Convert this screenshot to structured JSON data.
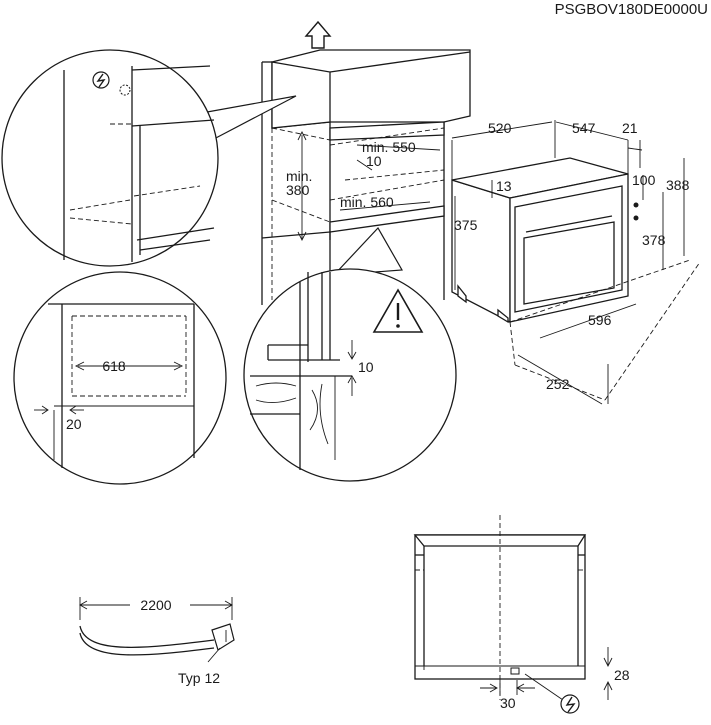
{
  "doc_code": "PSGBOV180DE0000U",
  "dims": {
    "d520": "520",
    "d547": "547",
    "d21": "21",
    "d13": "13",
    "d100": "100",
    "d388": "388",
    "d375": "375",
    "d378": "378",
    "d596": "596",
    "d252": "252",
    "min550": "min. 550",
    "d10_top": "10",
    "min380_a": "min.",
    "min380_b": "380",
    "min560": "min. 560",
    "d618": "618",
    "d20": "20",
    "d10_detail": "10",
    "d2200": "2200",
    "typ12": "Typ 12",
    "d28": "28",
    "d30": "30"
  },
  "icons": [
    "arrow-up-icon",
    "lightning-icon",
    "warning-icon",
    "cable-plug-icon"
  ]
}
